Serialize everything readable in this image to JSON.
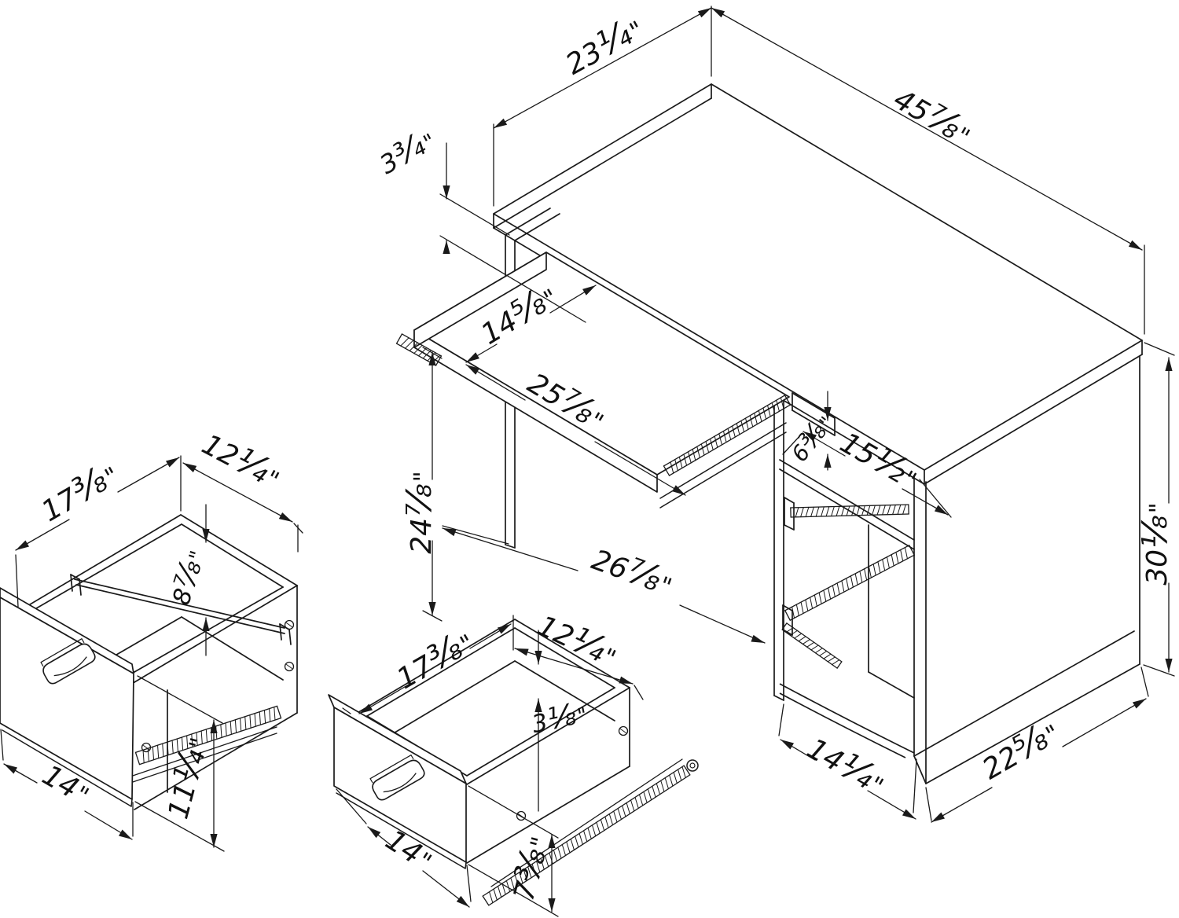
{
  "diagram": {
    "type": "furniture dimension drawing",
    "units": "inches",
    "colors": {
      "line": "#1a1a1a",
      "background": "#ffffff"
    },
    "desk": {
      "top_depth": "23 1/4\"",
      "top_width": "45 7/8\"",
      "tray_drop": "3 3/4\"",
      "tray_depth": "14 5/8\"",
      "tray_width": "25 7/8\"",
      "tray_floor_clearance": "24 7/8\"",
      "knee_space_width": "26 7/8\"",
      "top_opening_height": "6 3/8\"",
      "drawer_opening_width": "15 1/2\"",
      "total_height": "30 1/8\"",
      "side_panel_depth": "22 5/8\"",
      "bottom_opening_width": "14 1/4\""
    },
    "file_drawer": {
      "depth": "17 3/8\"",
      "width": "12 1/4\"",
      "inner_height": "8 7/8\"",
      "front_height": "11 1/4\"",
      "front_width": "14\""
    },
    "small_drawer": {
      "depth": "17 3/8\"",
      "width": "12 1/4\"",
      "inner_height": "3 1/8\"",
      "front_height": "7 3/8\"",
      "front_width": "14\""
    }
  }
}
